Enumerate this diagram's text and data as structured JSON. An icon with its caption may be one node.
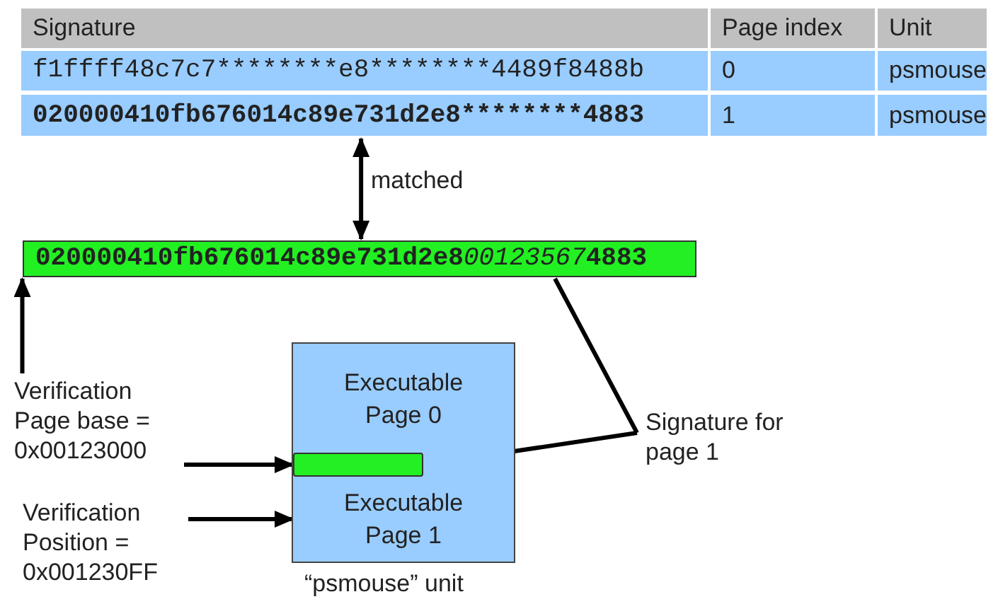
{
  "diagram": {
    "nodes": [
      {
        "text": [
          "020000410fb676014c89e731d2e8********4883"
        ]
      },
      {
        "text": [
          "020000410fb676014c89e731d2e8001235674883"
        ]
      },
      {
        "text": [
          "Verification Page base = 0x00123000"
        ]
      },
      {
        "text": [
          "Verification Position = 0x001230FF"
        ]
      },
      {
        "text": [],
        "shape": "box",
        "beside": [
          "“psmouse” unit"
        ]
      },
      {
        "text": [
          "Executable Page 0"
        ],
        "in": 4
      },
      {
        "text": [
          "Executable Page 1"
        ],
        "in": 4
      },
      {
        "text": [],
        "shape": "bar",
        "in": 4
      },
      {
        "text": [
          "Signature for page 1"
        ]
      }
    ],
    "edges": [
      {
        "from": 0,
        "to": 1,
        "arrow": "both",
        "label": "matched"
      },
      {
        "from": 2,
        "to": 1,
        "arrow": "to"
      },
      {
        "from": 2,
        "to": 7,
        "arrow": "to"
      },
      {
        "from": 3,
        "to": 6,
        "arrow": "to"
      },
      {
        "from": 8,
        "to": 1,
        "arrow": "none"
      },
      {
        "from": 8,
        "to": 7,
        "arrow": "none"
      }
    ],
    "labels": [
      "Signature",
      "Page index",
      "Unit",
      "f1ffff48c7c7********e8********4489f8488b",
      "0",
      "psmouse",
      "1",
      "psmouse"
    ]
  }
}
